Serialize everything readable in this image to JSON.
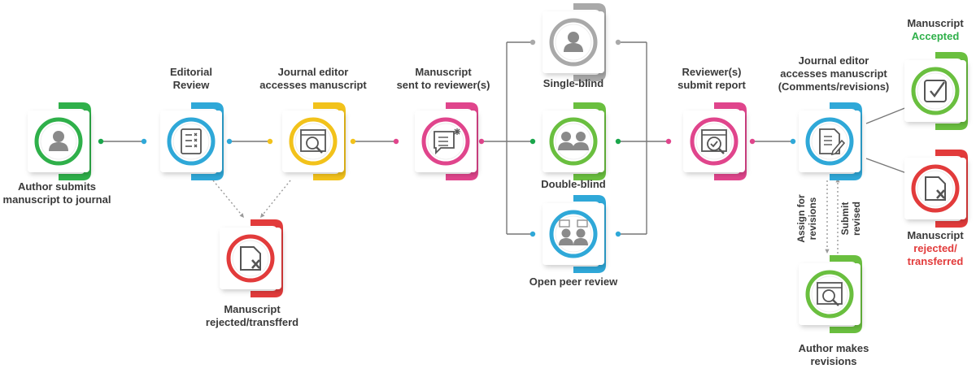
{
  "nodes": {
    "author_submits": {
      "label": [
        "Author submits",
        "manuscript to journal"
      ],
      "color": "#2fb04a",
      "icon": "person-icon"
    },
    "editorial_review": {
      "label": [
        "Editorial",
        "Review"
      ],
      "color": "#2fa8d8",
      "icon": "checklist-icon"
    },
    "editor_accesses": {
      "label": [
        "Journal editor",
        "accesses manuscript"
      ],
      "color": "#f2c21b",
      "icon": "magnify-document-icon"
    },
    "sent_to_reviewers": {
      "label": [
        "Manuscript",
        "sent to reviewer(s)"
      ],
      "color": "#e0458c",
      "icon": "speech-bubble-icon"
    },
    "single_blind": {
      "label": [
        "Single-blind"
      ],
      "color": "#a9a9a9",
      "icon": "person-icon"
    },
    "double_blind": {
      "label": [
        "Double-blind"
      ],
      "color": "#6abf3f",
      "icon": "two-people-icon"
    },
    "open_peer_review": {
      "label": [
        "Open peer review"
      ],
      "color": "#2fa8d8",
      "icon": "two-people-chat-icon"
    },
    "submit_report": {
      "label": [
        "Reviewer(s)",
        "submit report"
      ],
      "color": "#e0458c",
      "icon": "report-check-icon"
    },
    "editor_comments": {
      "label": [
        "Journal editor",
        "accesses manuscript",
        "(Comments/revisions)"
      ],
      "color": "#2fa8d8",
      "icon": "edit-document-icon"
    },
    "accepted": {
      "label": [
        "Manuscript"
      ],
      "status": "Accepted",
      "status_color": "#2fb04a",
      "color": "#6abf3f",
      "icon": "checkbox-icon"
    },
    "rejected_right": {
      "label": [
        "Manuscript"
      ],
      "status": [
        "rejected/",
        "transferred"
      ],
      "status_color": "#e23b3b",
      "color": "#e23b3b",
      "icon": "reject-icon"
    },
    "rejected_bottom": {
      "label": [
        "Manuscript",
        "rejected/transfferd"
      ],
      "color": "#e23b3b",
      "icon": "reject-icon"
    },
    "author_revisions": {
      "label": [
        "Author makes",
        "revisions"
      ],
      "color": "#6abf3f",
      "icon": "magnify-document-icon"
    }
  },
  "side_labels": {
    "assign": [
      "Assign for",
      "revisions"
    ],
    "submit": [
      "Submit",
      "revised"
    ]
  },
  "colors": {
    "line": "#777777",
    "text": "#3a3a3a",
    "dot_green": "#1aa64b",
    "dot_blue": "#2fa8d8",
    "dot_pink": "#e0458c",
    "dot_yellow": "#f2c21b"
  }
}
